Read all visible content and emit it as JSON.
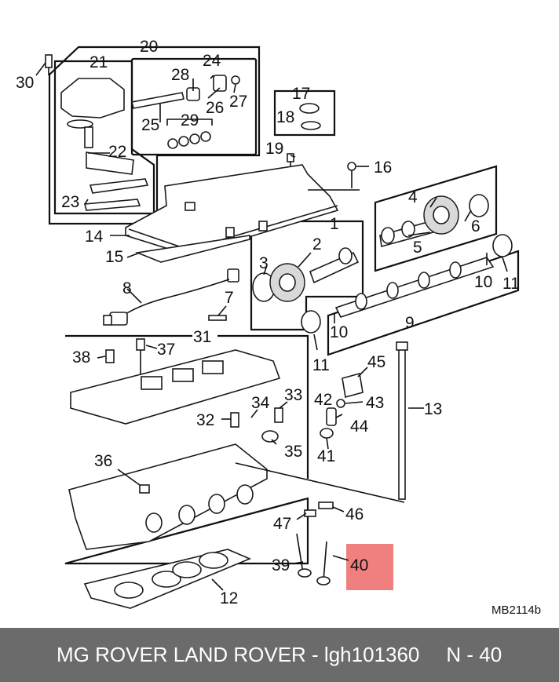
{
  "diagram": {
    "reference_code": "MB2114b",
    "highlight_color": "#f08080",
    "highlighted_part": "40",
    "callouts": [
      "1",
      "2",
      "3",
      "4",
      "5",
      "6",
      "7",
      "8",
      "9",
      "10",
      "10",
      "11",
      "11",
      "12",
      "13",
      "14",
      "15",
      "16",
      "17",
      "18",
      "19",
      "20",
      "21",
      "22",
      "23",
      "24",
      "25",
      "26",
      "27",
      "28",
      "29",
      "30",
      "31",
      "32",
      "33",
      "34",
      "35",
      "36",
      "37",
      "38",
      "39",
      "40",
      "41",
      "42",
      "43",
      "44",
      "45",
      "46",
      "47"
    ]
  },
  "footer": {
    "caption": "MG ROVER LAND ROVER - lgh101360",
    "position": "N - 40",
    "background": "#6b6b6b"
  }
}
